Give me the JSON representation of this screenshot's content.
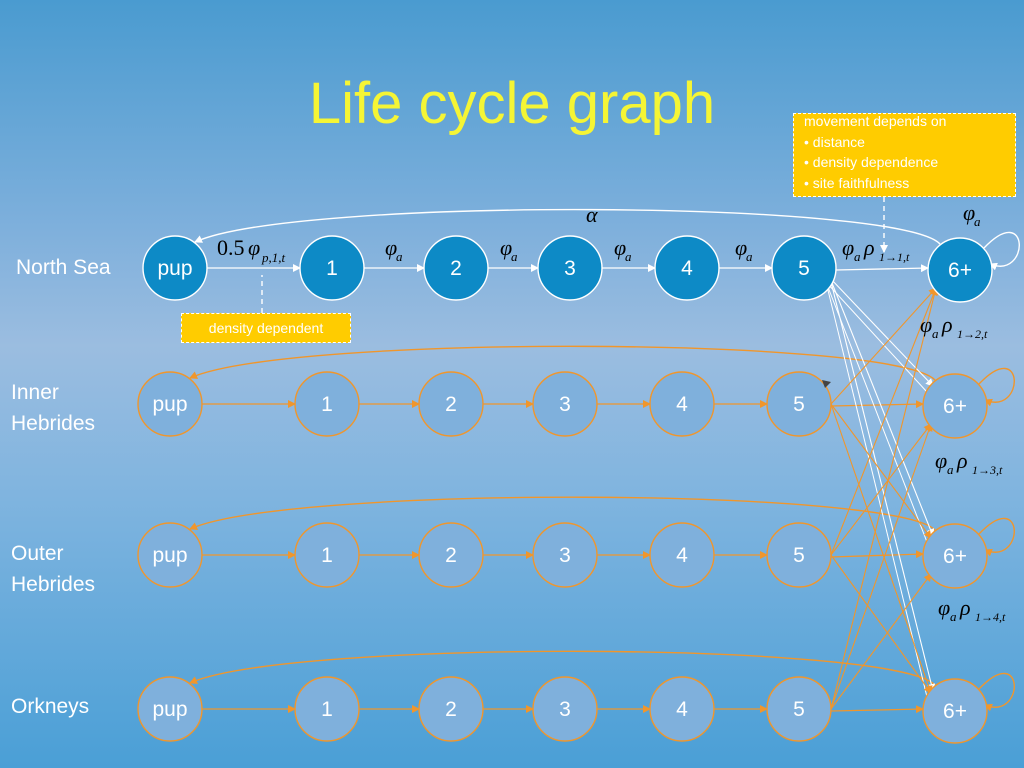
{
  "title": "Life cycle graph",
  "regions": [
    {
      "label": "North Sea",
      "nodes": [
        "pup",
        "1",
        "2",
        "3",
        "4",
        "5",
        "6+"
      ]
    },
    {
      "label": "Inner Hebrides",
      "nodes": [
        "pup",
        "1",
        "2",
        "3",
        "4",
        "5",
        "6+"
      ]
    },
    {
      "label": "Outer Hebrides",
      "nodes": [
        "pup",
        "1",
        "2",
        "3",
        "4",
        "5",
        "6+"
      ]
    },
    {
      "label": "Orkneys",
      "nodes": [
        "pup",
        "1",
        "2",
        "3",
        "4",
        "5",
        "6+"
      ]
    }
  ],
  "callouts": {
    "movement": {
      "heading": "movement depends on",
      "items": [
        "• distance",
        "• density dependence",
        "• site faithfulness"
      ]
    },
    "density": "density dependent"
  },
  "colors": {
    "title": "#f5f535",
    "north_sea_node": "#0d8ac6",
    "other_node": "#7fb0dc",
    "orange": "#f0962c",
    "callout": "#ffcc00"
  }
}
